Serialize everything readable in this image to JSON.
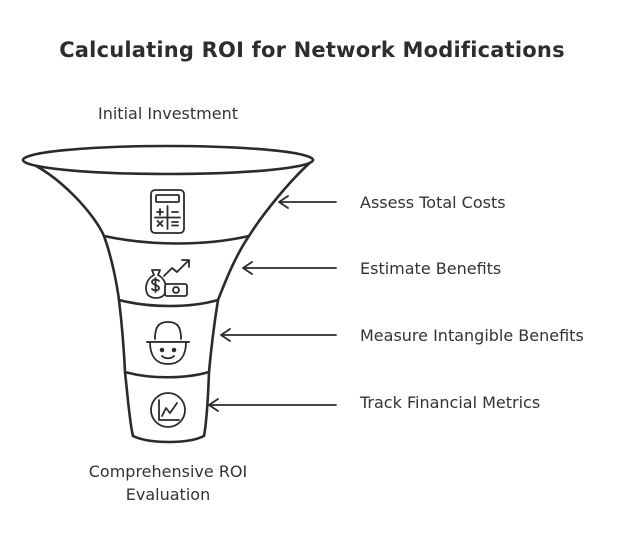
{
  "title": "Calculating ROI for Network Modifications",
  "top_label": "Initial Investment",
  "bottom_label": {
    "line1": "Comprehensive ROI",
    "line2": "Evaluation"
  },
  "stages": [
    {
      "label": "Assess Total Costs",
      "icon": "calculator-icon"
    },
    {
      "label": "Estimate Benefits",
      "icon": "money-growth-icon"
    },
    {
      "label": "Measure Intangible Benefits",
      "icon": "happy-face-hat-icon"
    },
    {
      "label": "Track Financial Metrics",
      "icon": "line-chart-icon"
    }
  ],
  "colors": {
    "stroke": "#2b2b2b",
    "fill": "#ffffff"
  }
}
